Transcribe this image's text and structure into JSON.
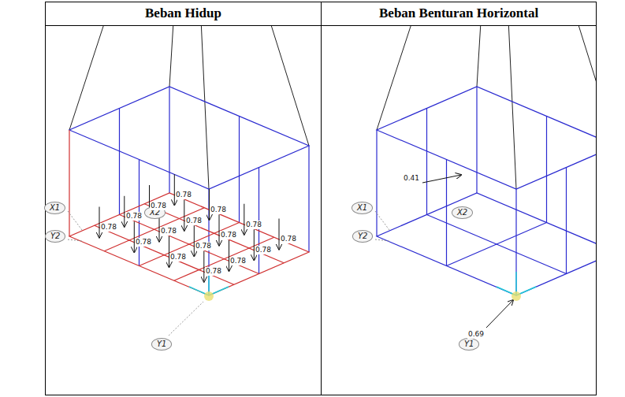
{
  "diagram": {
    "nodes": [
      {
        "text": [
          "X1"
        ]
      },
      {
        "text": [
          "Y2"
        ]
      },
      {
        "text": [
          "X2"
        ]
      },
      {
        "text": [
          "Y1"
        ]
      },
      {
        "text": [
          "X1"
        ]
      },
      {
        "text": [
          "Y2"
        ]
      },
      {
        "text": [
          "X2"
        ]
      },
      {
        "text": [
          "Y1"
        ]
      }
    ],
    "labels": [
      "Beban Hidup",
      "Beban Benturan Horizontal",
      "0.78",
      "0.78",
      "0.78",
      "0.78",
      "0.78",
      "0.78",
      "0.78",
      "0.78",
      "0.78",
      "0.78",
      "0.78",
      "0.78",
      "0.78",
      "0.78",
      "0.78",
      "0.78",
      "0.41",
      "0.69"
    ]
  }
}
